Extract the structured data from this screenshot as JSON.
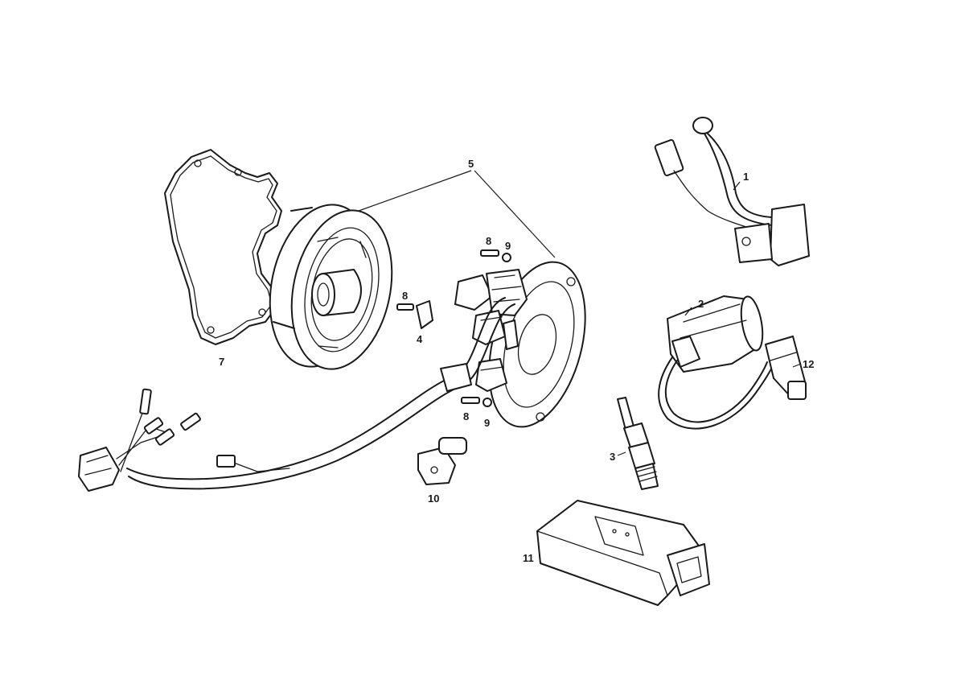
{
  "diagram": {
    "callouts": [
      {
        "id": "c1",
        "label": "1"
      },
      {
        "id": "c2",
        "label": "2"
      },
      {
        "id": "c3",
        "label": "3"
      },
      {
        "id": "c4",
        "label": "4"
      },
      {
        "id": "c5",
        "label": "5"
      },
      {
        "id": "c7",
        "label": "7"
      },
      {
        "id": "c8a",
        "label": "8"
      },
      {
        "id": "c8b",
        "label": "8"
      },
      {
        "id": "c8c",
        "label": "8"
      },
      {
        "id": "c9a",
        "label": "9"
      },
      {
        "id": "c9b",
        "label": "9"
      },
      {
        "id": "c10",
        "label": "10"
      },
      {
        "id": "c11",
        "label": "11"
      },
      {
        "id": "c12",
        "label": "12"
      }
    ]
  }
}
